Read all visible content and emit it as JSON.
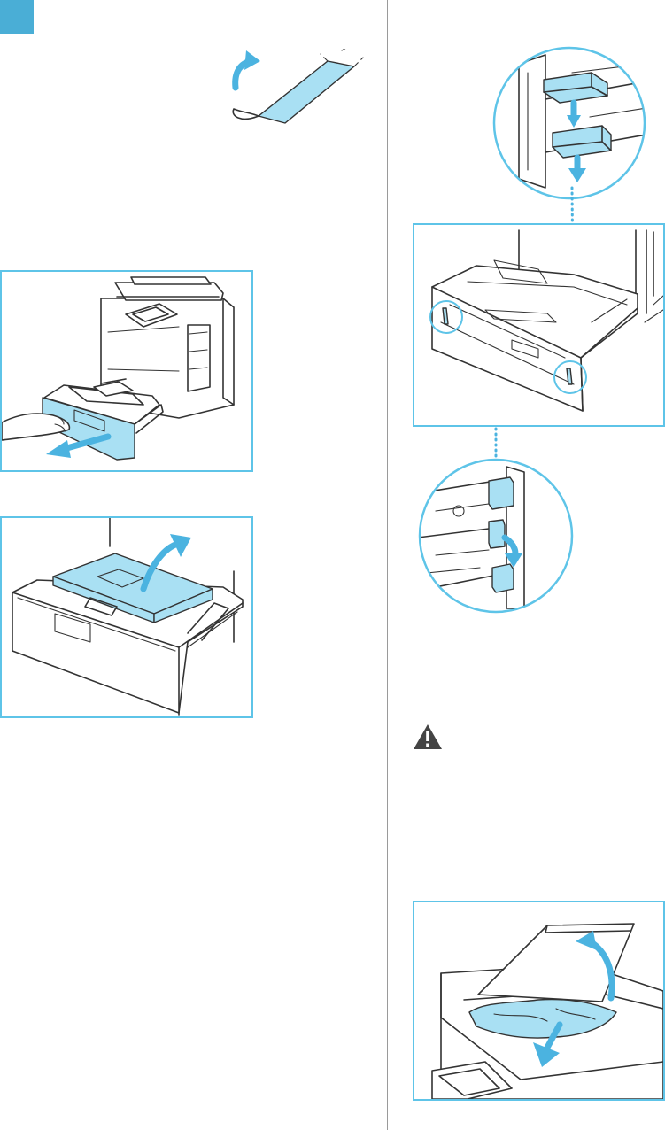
{
  "page": {
    "accent_color": "#5ec4e8",
    "marker_color": "#4aaed6",
    "warning_icon": "warning-triangle-icon"
  },
  "illustrations": [
    "peel-sheet-icon",
    "pull-out-drawer-illustration",
    "remove-jammed-paper-illustration",
    "guide-lock-zoom-top",
    "paper-drawer-guides-illustration",
    "guide-lock-zoom-bottom",
    "feeder-jam-illustration"
  ]
}
